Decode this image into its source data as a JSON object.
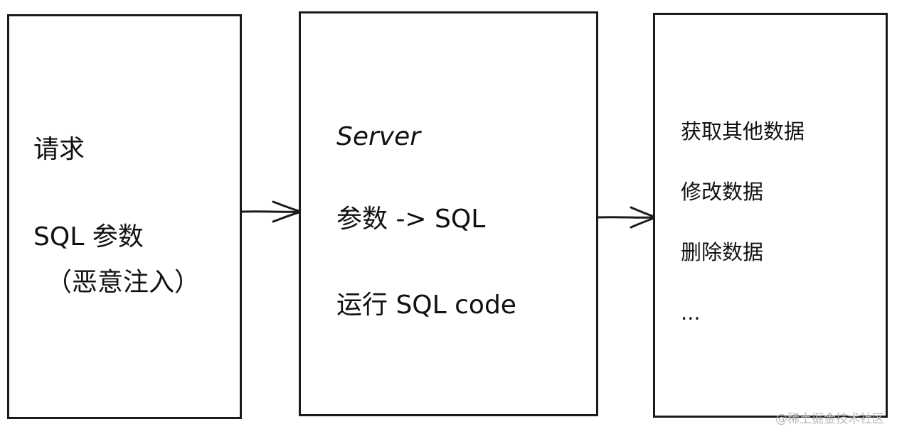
{
  "boxes": {
    "request": {
      "line1": "请求",
      "line2": "SQL 参数",
      "line3": "（恶意注入）"
    },
    "server": {
      "line1": "Server",
      "line2": "参数 -> SQL",
      "line3": "运行 SQL code"
    },
    "result": {
      "items": [
        "获取其他数据",
        "修改数据",
        "删除数据",
        "..."
      ]
    }
  },
  "watermark": "@稀土掘金技术社区",
  "colors": {
    "stroke": "#1b1b1b",
    "text": "#111111",
    "watermark": "#b8b8b8"
  }
}
